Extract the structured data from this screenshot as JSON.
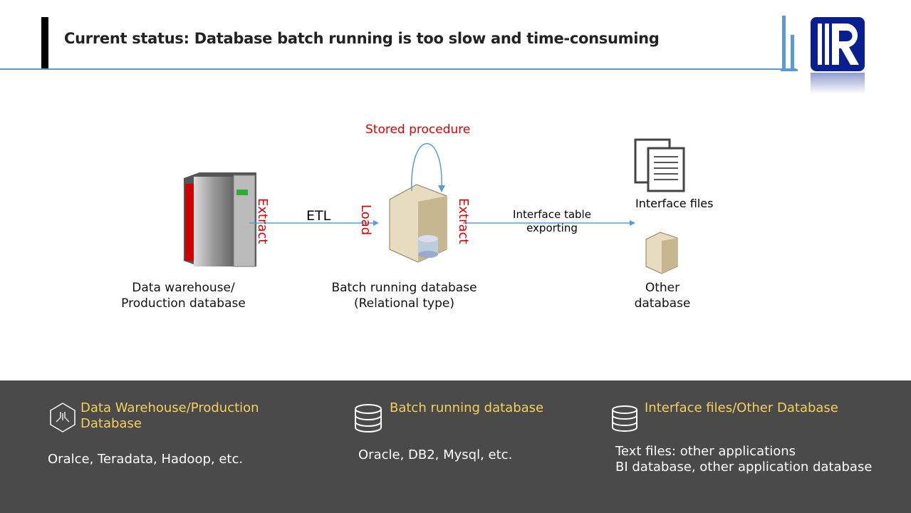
{
  "header": {
    "title": "Current status: Database batch running is too slow and time-consuming"
  },
  "diagram": {
    "stored_procedure": "Stored procedure",
    "extract_left": "Extract",
    "etl": "ETL",
    "load": "Load",
    "extract_right": "Extract",
    "interface_table_exporting": "Interface table\nexporting",
    "interface_files": "Interface files",
    "data_warehouse_line1": "Data warehouse/",
    "data_warehouse_line2": "Production database",
    "batch_db_line1": "Batch running database",
    "batch_db_line2": "(Relational type)",
    "other_db_line1": "Other",
    "other_db_line2": "database"
  },
  "panel": {
    "columns": [
      {
        "icon": "hexagon-flow-icon",
        "heading": "Data Warehouse/Production Database",
        "text": "Oralce, Teradata, Hadoop, etc."
      },
      {
        "icon": "database-icon",
        "heading": "Batch running database",
        "text": "Oracle, DB2, Mysql, etc."
      },
      {
        "icon": "database-stack-icon",
        "heading": "Interface files/Other Database",
        "text": "Text files: other applications\nBI database, other application database"
      }
    ]
  },
  "colors": {
    "accent": "#5b9bd5",
    "highlight": "#e00000",
    "panel_bg": "#4a4a4a",
    "panel_heading": "#f5d05a",
    "logo": "#0a1f8f"
  }
}
